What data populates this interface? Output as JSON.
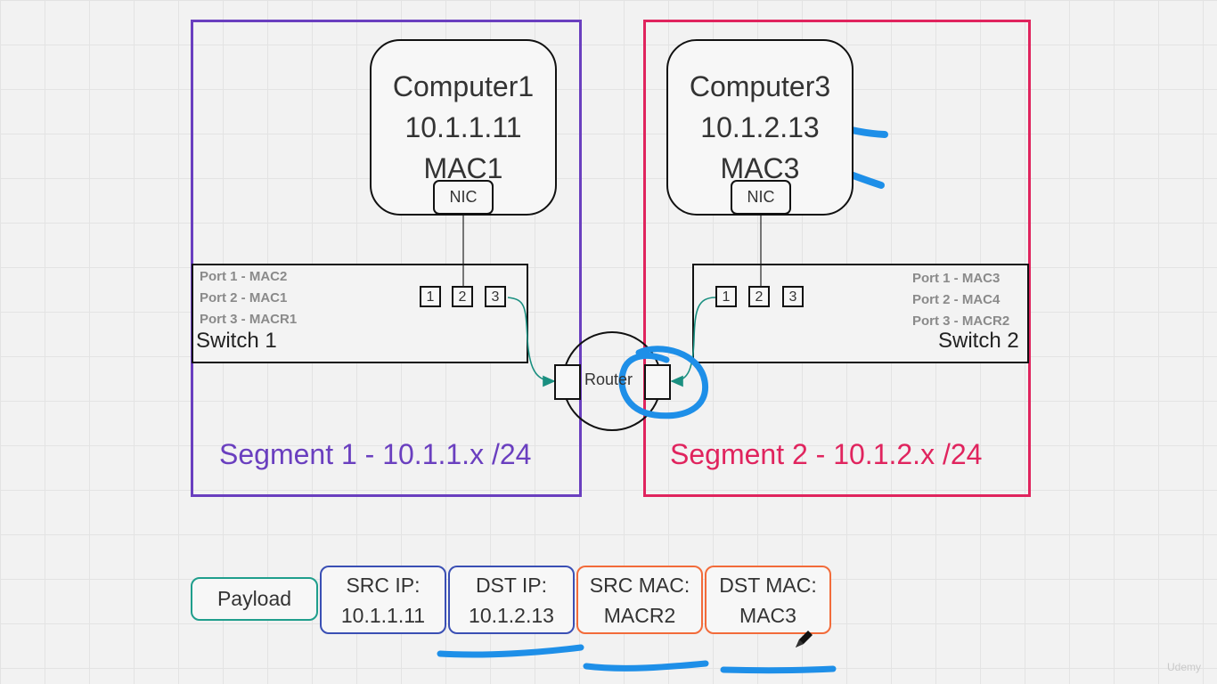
{
  "segments": [
    {
      "title": "Segment 1 - 10.1.1.x /24",
      "color": "#6a3fbf"
    },
    {
      "title": "Segment 2 - 10.1.2.x /24",
      "color": "#e0245e"
    }
  ],
  "computers": [
    {
      "name": "Computer1",
      "ip": "10.1.1.11",
      "mac": "MAC1",
      "nic": "NIC"
    },
    {
      "name": "Computer3",
      "ip": "10.1.2.13",
      "mac": "MAC3",
      "nic": "NIC"
    }
  ],
  "switches": [
    {
      "label": "Switch 1",
      "port_map": [
        "Port 1 - MAC2",
        "Port 2 - MAC1",
        "Port 3 - MACR1"
      ],
      "ports": [
        "1",
        "2",
        "3"
      ]
    },
    {
      "label": "Switch 2",
      "port_map": [
        "Port 1 - MAC3",
        "Port 2 - MAC4",
        "Port 3 - MACR2"
      ],
      "ports": [
        "1",
        "2",
        "3"
      ]
    }
  ],
  "router": {
    "label": "Router"
  },
  "packet": {
    "payload": "Payload",
    "src_ip": {
      "label": "SRC IP:",
      "value": "10.1.1.11"
    },
    "dst_ip": {
      "label": "DST IP:",
      "value": "10.1.2.13"
    },
    "src_mac": {
      "label": "SRC MAC:",
      "value": "MACR2"
    },
    "dst_mac": {
      "label": "DST MAC:",
      "value": "MAC3"
    }
  },
  "colors": {
    "annotation": "#1e8fe8",
    "link": "#1a8f80",
    "packet_teal": "#1f9e8c",
    "packet_blue": "#3a4fb4",
    "packet_orange": "#f26b3a"
  },
  "watermark": "Udemy"
}
